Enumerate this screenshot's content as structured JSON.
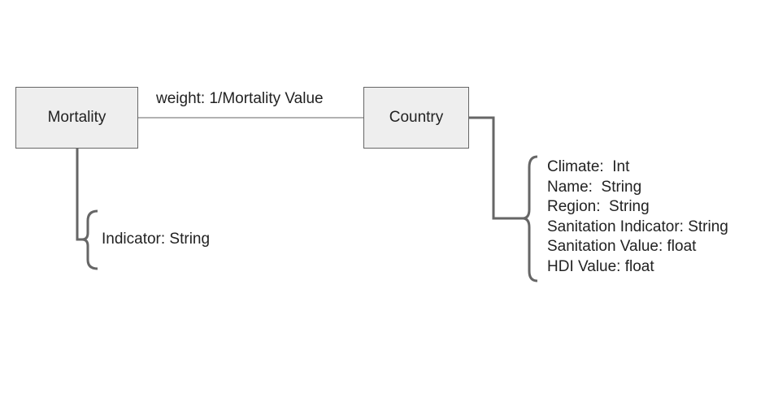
{
  "nodes": {
    "mortality": {
      "label": "Mortality"
    },
    "country": {
      "label": "Country"
    }
  },
  "edges": {
    "mortality_country": {
      "label": "weight: 1/Mortality Value"
    }
  },
  "attributes": {
    "mortality": [
      "Indicator: String"
    ],
    "country": [
      "Climate:  Int",
      "Name:  String",
      "Region:  String",
      "Sanitation Indicator: String",
      "Sanitation Value: float",
      "HDI Value: float"
    ]
  },
  "colors": {
    "node_fill": "#eeeeee",
    "node_border": "#666666",
    "connector": "#666666",
    "text": "#222222"
  }
}
